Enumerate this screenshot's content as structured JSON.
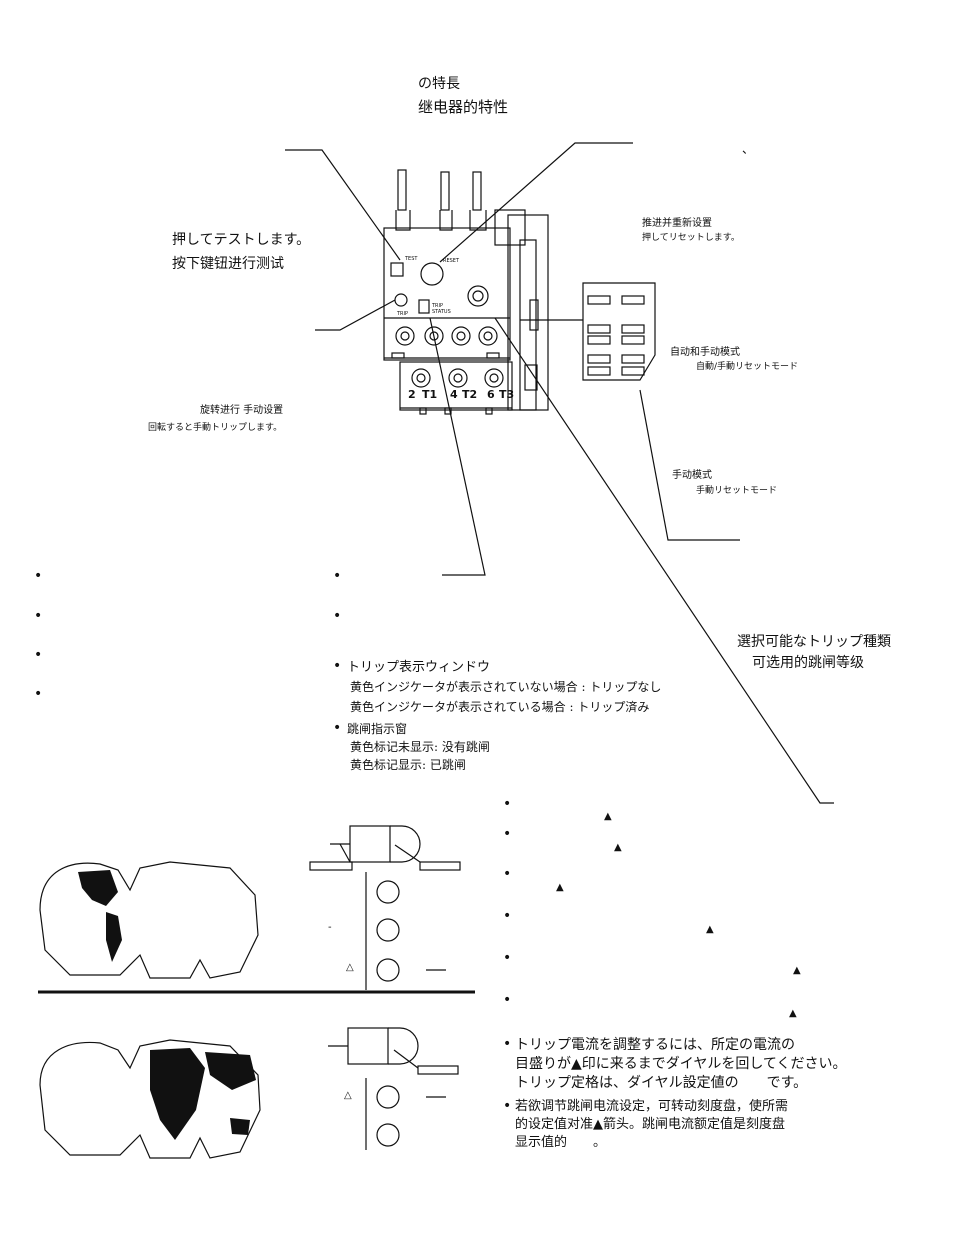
{
  "header": {
    "title_jp": "の特長",
    "title_cn": "继电器的特性"
  },
  "callouts": {
    "test_jp": "押してテストします。",
    "test_cn": "按下键钮进行测试",
    "reset_mark": "、",
    "reset_cn": "推进并重新设置",
    "reset_jp": "押してリセットします。",
    "auto_manual_cn": "自动和手动模式",
    "auto_manual_jp": "自動/手動リセットモード",
    "manual_cn": "手动模式",
    "manual_jp": "手動リセットモード",
    "rotate_cn": "旋转进行 手动设置",
    "rotate_jp": "回転すると手動トリップします。",
    "trip_class_jp": "選択可能なトリップ種類",
    "trip_class_cn": "可选用的跳闸等级"
  },
  "device": {
    "test_label": "TEST",
    "reset_label": "RESET",
    "trip_label": "TRIP",
    "status_label": "TRIP STATUS",
    "terminals": [
      "2",
      "T1",
      "4",
      "T2",
      "6",
      "T3"
    ]
  },
  "trip_window": {
    "jp_title": "トリップ表示ウィンドウ",
    "jp_line1": "黄色インジケータが表示されていない場合 : トリップなし",
    "jp_line2": "黄色インジケータが表示されている場合 : トリップ済み",
    "cn_title": "跳闸指示窗",
    "cn_line1": "黄色标记未显示: 没有跳闸",
    "cn_line2": "黄色标记显示: 已跳闸"
  },
  "adjust": {
    "jp_line1": "トリップ電流を調整するには、所定の電流の",
    "jp_line2": "目盛りが▲印に来るまでダイヤルを回してください。",
    "jp_line3": "トリップ定格は、ダイヤル設定値の　　です。",
    "cn_line1": "若欲调节跳闸电流设定，可转动刻度盘，使所需",
    "cn_line2": "的设定值对准▲箭头。跳闸电流额定值是刻度盘",
    "cn_line3": "显示值的　　。"
  },
  "symbols": {
    "triangle": "▲",
    "open_triangle": "△",
    "dash": "-",
    "bullet": "•"
  }
}
